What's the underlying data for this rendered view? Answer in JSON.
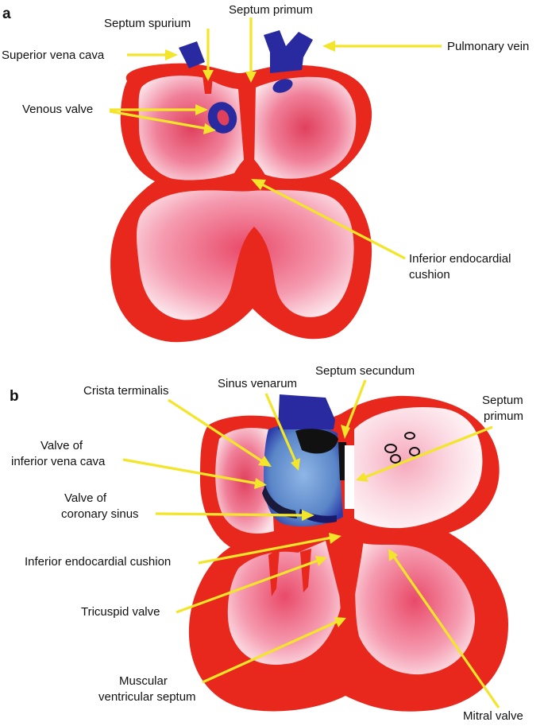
{
  "panel_a": {
    "letter": "a",
    "labels": {
      "septum_spurium": "Septum spurium",
      "septum_primum": "Septum primum",
      "superior_vena_cava": "Superior vena cava",
      "pulmonary_vein": "Pulmonary vein",
      "venous_valve": "Venous valve",
      "inferior_endocardial_cushion_1": "Inferior endocardial",
      "inferior_endocardial_cushion_2": "cushion"
    }
  },
  "panel_b": {
    "letter": "b",
    "labels": {
      "crista_terminalis": "Crista terminalis",
      "sinus_venarum": "Sinus venarum",
      "septum_secundum": "Septum secundum",
      "septum_primum_1": "Septum",
      "septum_primum_2": "primum",
      "valve_ivc_1": "Valve of",
      "valve_ivc_2": "inferior vena cava",
      "valve_cs_1": "Valve of",
      "valve_cs_2": "coronary sinus",
      "inferior_endocardial_cushion": "Inferior endocardial cushion",
      "tricuspid_valve": "Tricuspid valve",
      "muscular_septum_1": "Muscular",
      "muscular_septum_2": "ventricular septum",
      "mitral_valve": "Mitral valve"
    }
  },
  "colors": {
    "myocardium": "#e8281c",
    "chamber_pink": "#f06a86",
    "chamber_light": "#fbe3ea",
    "vein_blue": "#2a2aa0",
    "sinus_blue": "#5a86c8",
    "arrow": "#f2e52a"
  }
}
